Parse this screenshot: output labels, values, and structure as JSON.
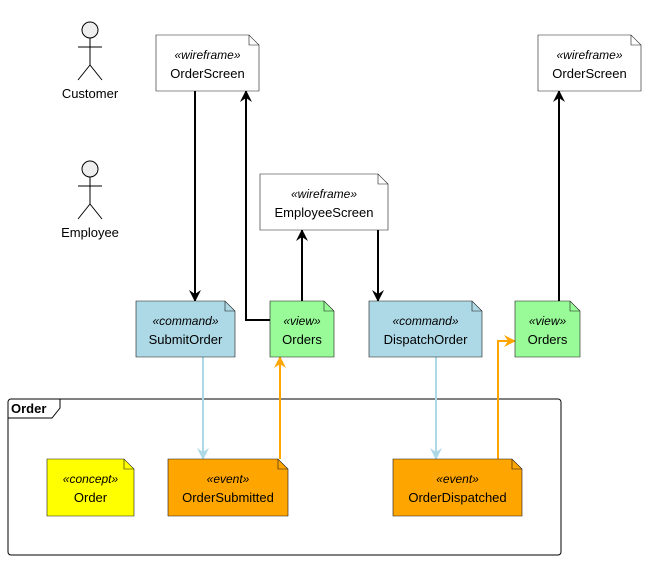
{
  "actors": [
    {
      "id": "customer",
      "label": "Customer"
    },
    {
      "id": "employee",
      "label": "Employee"
    }
  ],
  "boundary": {
    "label": "Order"
  },
  "notes": [
    {
      "id": "wf_order_1",
      "stereotype": "«wireframe»",
      "name": "OrderScreen",
      "fill": "#ffffff"
    },
    {
      "id": "wf_employee",
      "stereotype": "«wireframe»",
      "name": "EmployeeScreen",
      "fill": "#ffffff"
    },
    {
      "id": "wf_order_2",
      "stereotype": "«wireframe»",
      "name": "OrderScreen",
      "fill": "#ffffff"
    },
    {
      "id": "cmd_submit",
      "stereotype": "«command»",
      "name": "SubmitOrder",
      "fill": "#add8e6"
    },
    {
      "id": "view_orders_1",
      "stereotype": "«view»",
      "name": "Orders",
      "fill": "#98fb98"
    },
    {
      "id": "cmd_dispatch",
      "stereotype": "«command»",
      "name": "DispatchOrder",
      "fill": "#add8e6"
    },
    {
      "id": "view_orders_2",
      "stereotype": "«view»",
      "name": "Orders",
      "fill": "#98fb98"
    },
    {
      "id": "concept_order",
      "stereotype": "«concept»",
      "name": "Order",
      "fill": "#ffff00"
    },
    {
      "id": "evt_submitted",
      "stereotype": "«event»",
      "name": "OrderSubmitted",
      "fill": "#ffa500"
    },
    {
      "id": "evt_dispatched",
      "stereotype": "«event»",
      "name": "OrderDispatched",
      "fill": "#ffa500"
    }
  ],
  "edges": [
    {
      "from": "wf_order_1",
      "to": "cmd_submit",
      "color": "#000000"
    },
    {
      "from": "view_orders_1",
      "to": "wf_order_1",
      "color": "#000000"
    },
    {
      "from": "view_orders_1",
      "to": "wf_employee",
      "color": "#000000"
    },
    {
      "from": "wf_employee",
      "to": "cmd_dispatch",
      "color": "#000000"
    },
    {
      "from": "view_orders_2",
      "to": "wf_order_2",
      "color": "#000000"
    },
    {
      "from": "cmd_submit",
      "to": "evt_submitted",
      "color": "#add8e6"
    },
    {
      "from": "evt_submitted",
      "to": "view_orders_1",
      "color": "#ffa500"
    },
    {
      "from": "cmd_dispatch",
      "to": "evt_dispatched",
      "color": "#add8e6"
    },
    {
      "from": "evt_dispatched",
      "to": "view_orders_2",
      "color": "#ffa500"
    }
  ]
}
